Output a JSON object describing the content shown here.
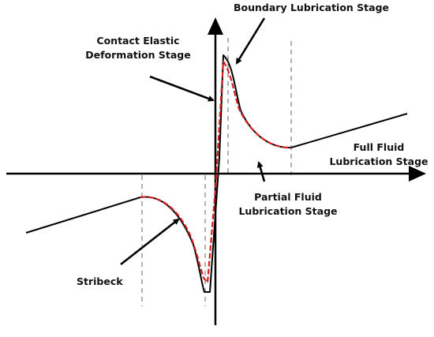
{
  "labels": {
    "boundary": "Boundary Lubrication Stage",
    "contact_line1": "Contact Elastic",
    "contact_line2": "Deformation Stage",
    "full_line1": "Full Fluid",
    "full_line2": "Lubrication Stage",
    "partial_line1": "Partial Fluid",
    "partial_line2": "Lubrication Stage",
    "stribeck": "Stribeck"
  },
  "colors": {
    "axis": "#000000",
    "measured_curve": "#000000",
    "fitted_curve": "#d62020",
    "dashed_guides": "#666666"
  }
}
